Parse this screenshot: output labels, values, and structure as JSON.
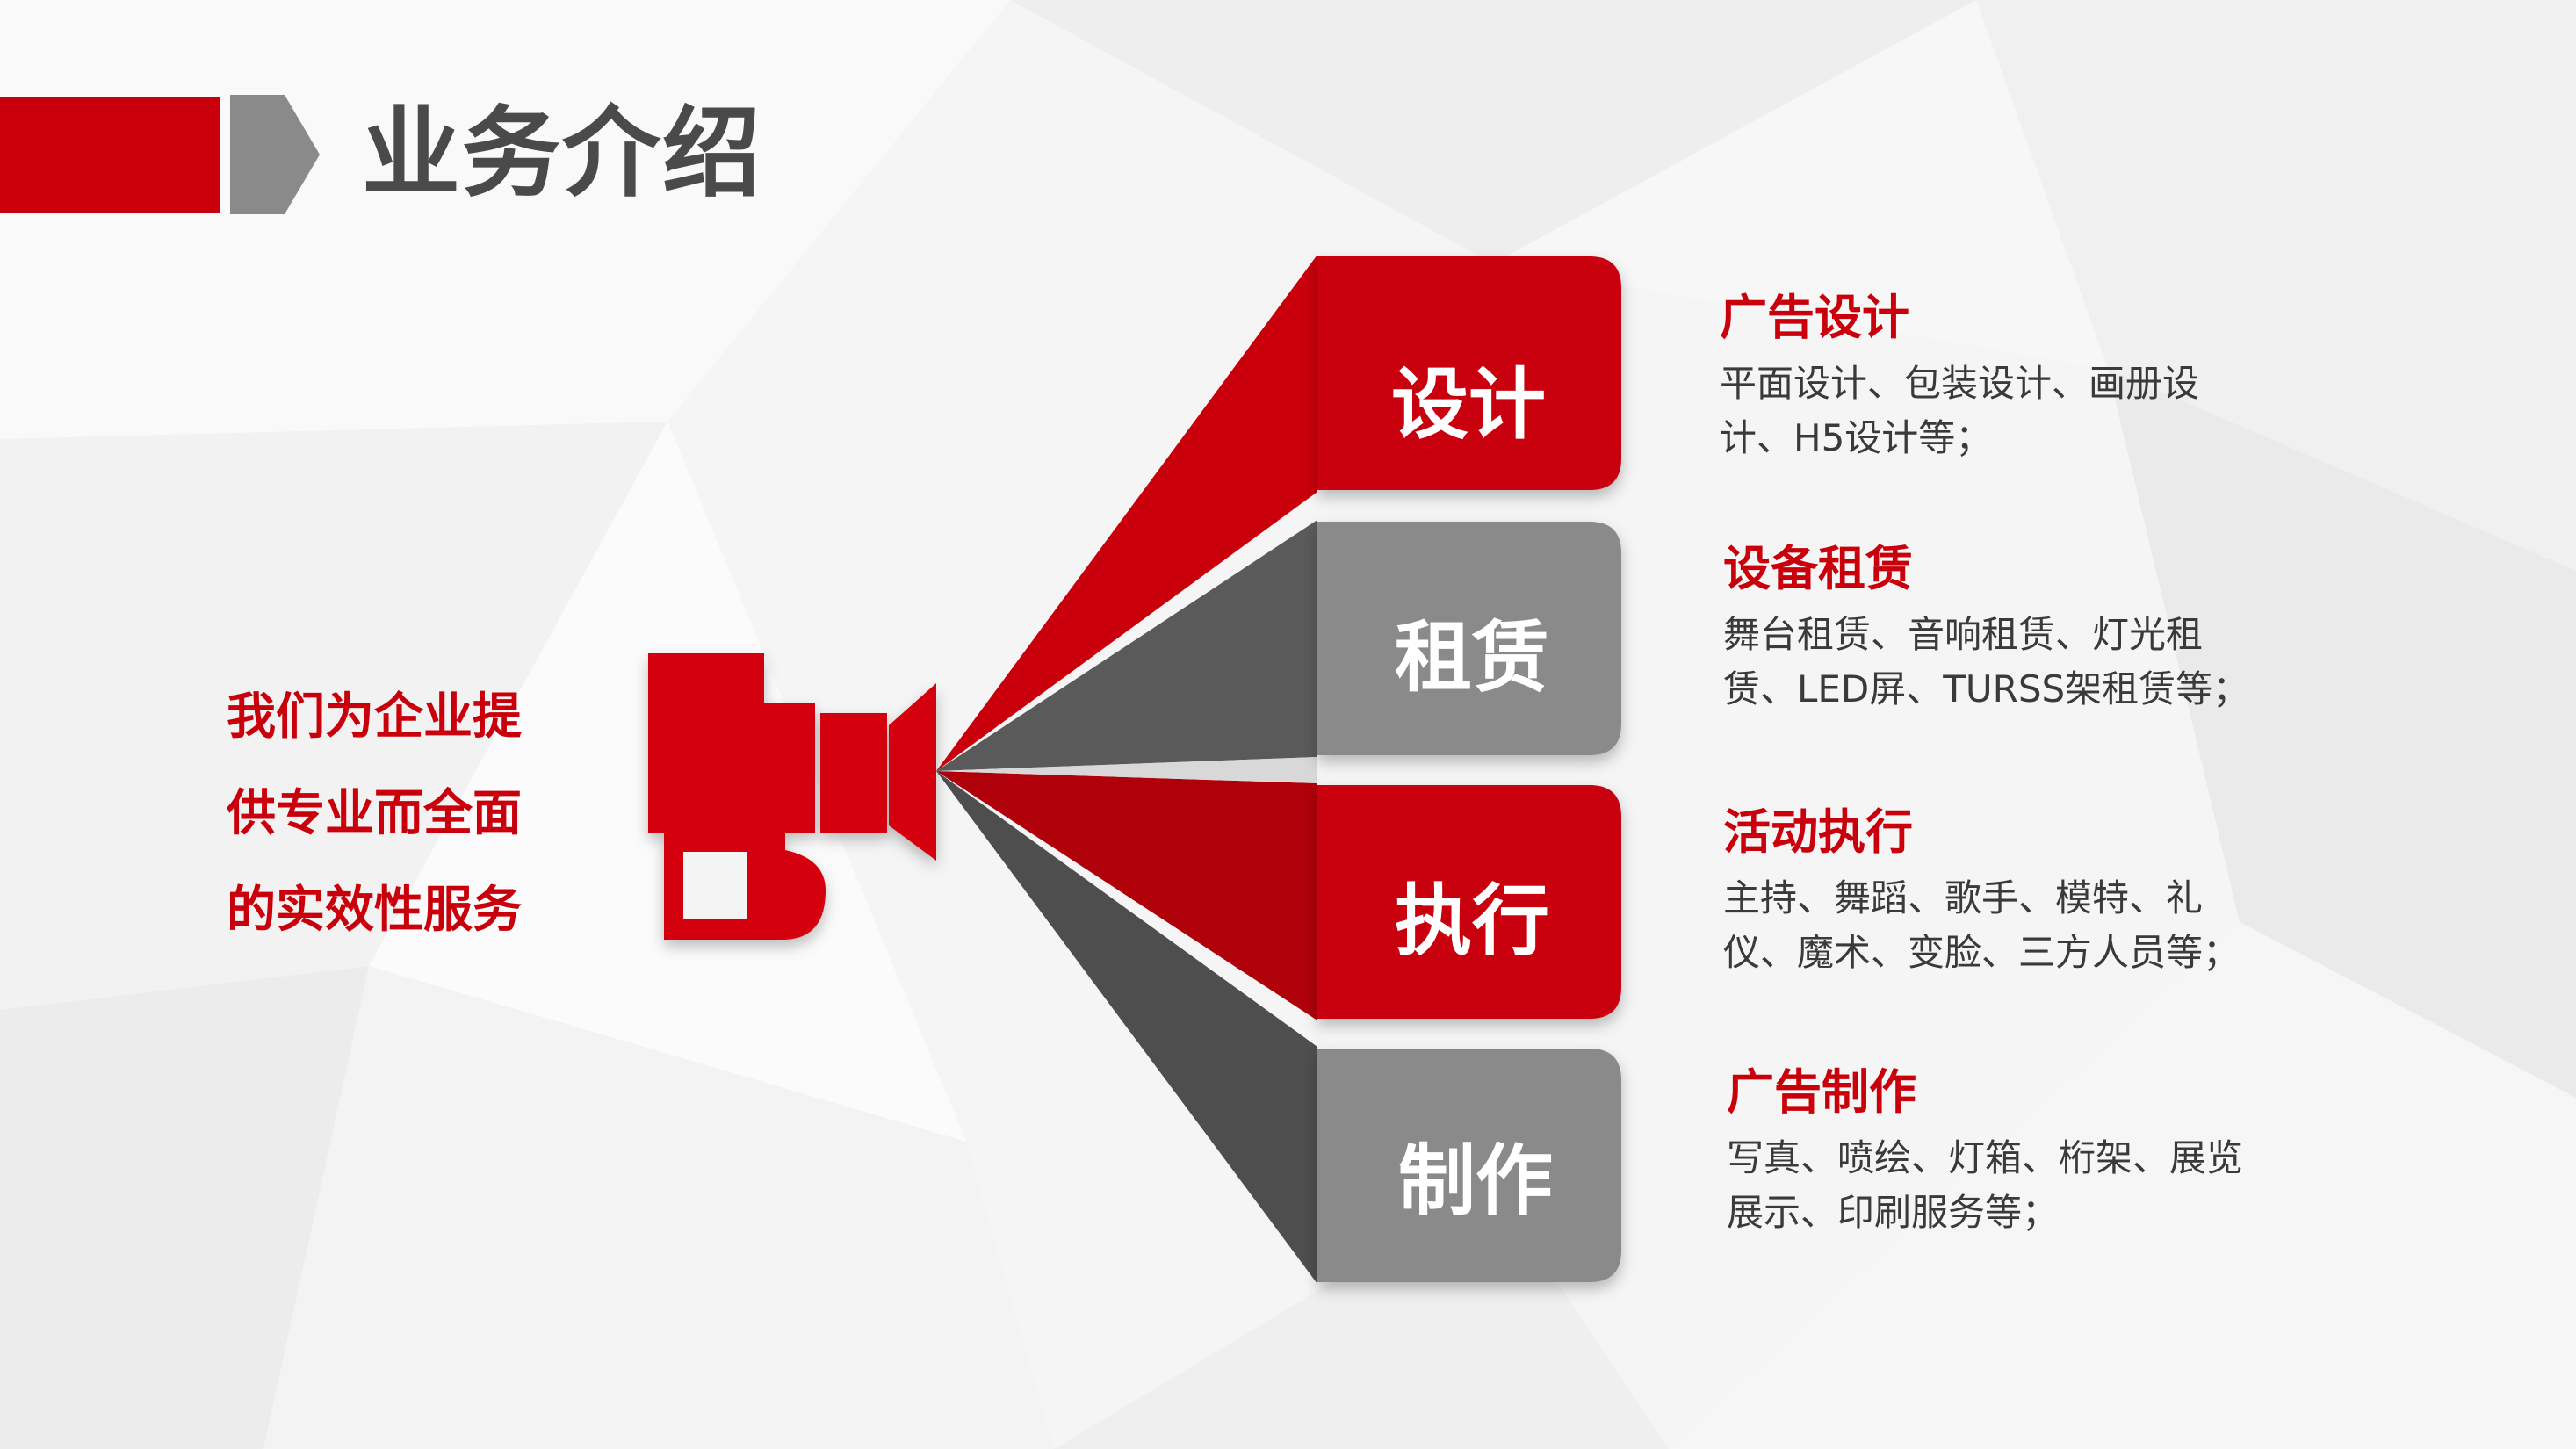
{
  "header": {
    "title": "业务介绍"
  },
  "slogan": {
    "lines": [
      "我们为企业提",
      "供专业而全面",
      "的实效性服务"
    ]
  },
  "tabs": [
    {
      "label": "设计",
      "color": "#c9000b"
    },
    {
      "label": "租赁",
      "color": "#8a8a8a"
    },
    {
      "label": "执行",
      "color": "#c9000b"
    },
    {
      "label": "制作",
      "color": "#8a8a8a"
    }
  ],
  "items": [
    {
      "title": "广告设计",
      "desc": "平面设计、包装设计、画册设计、H5设计等；"
    },
    {
      "title": "设备租赁",
      "desc": "舞台租赁、音响租赁、灯光租赁、LED屏、TURSS架租赁等；"
    },
    {
      "title": "活动执行",
      "desc": "主持、舞蹈、歌手、模特、礼仪、魔术、变脸、三方人员等；"
    },
    {
      "title": "广告制作",
      "desc": "写真、喷绘、灯箱、桁架、展览展示、印刷服务等；"
    }
  ],
  "colors": {
    "accent": "#c9000b",
    "gray": "#8a8a8a",
    "dark_gray": "#5a5a5a",
    "title_gray": "#4a4a4a"
  },
  "icons": [
    "camera-icon"
  ]
}
